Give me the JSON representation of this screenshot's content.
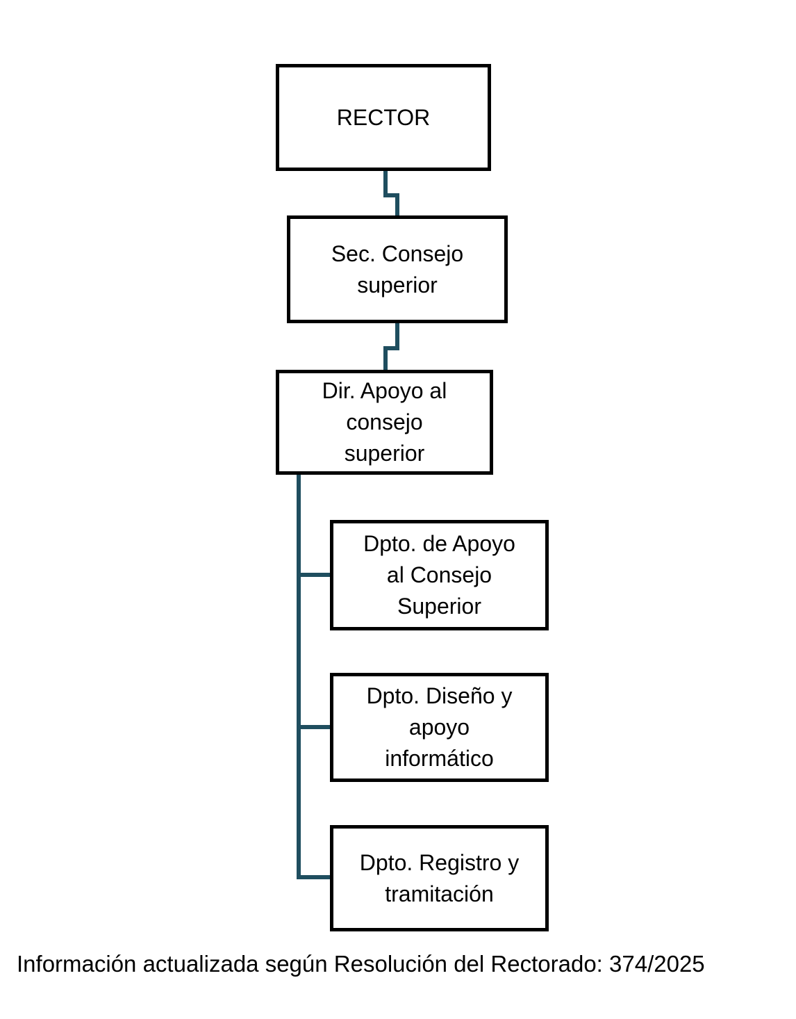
{
  "diagram": {
    "type": "org-chart",
    "nodes": [
      {
        "id": "rector",
        "level": 1,
        "label_lines": [
          "RECTOR"
        ]
      },
      {
        "id": "sec-consejo-superior",
        "level": 2,
        "label_lines": [
          "Sec. Consejo",
          "superior"
        ]
      },
      {
        "id": "dir-apoyo-consejo-superior",
        "level": 3,
        "label_lines": [
          "Dir. Apoyo al",
          "consejo",
          "superior"
        ]
      },
      {
        "id": "dpto-apoyo-consejo-superior",
        "level": 4,
        "label_lines": [
          "Dpto. de Apoyo",
          "al Consejo",
          "Superior"
        ]
      },
      {
        "id": "dpto-diseno-apoyo-informatico",
        "level": 4,
        "label_lines": [
          "Dpto. Diseño y",
          "apoyo",
          "informático"
        ]
      },
      {
        "id": "dpto-registro-tramitacion",
        "level": 4,
        "label_lines": [
          "Dpto. Registro y",
          "tramitación"
        ]
      }
    ],
    "edges": [
      {
        "from": "rector",
        "to": "sec-consejo-superior"
      },
      {
        "from": "sec-consejo-superior",
        "to": "dir-apoyo-consejo-superior"
      },
      {
        "from": "dir-apoyo-consejo-superior",
        "to": "dpto-apoyo-consejo-superior"
      },
      {
        "from": "dir-apoyo-consejo-superior",
        "to": "dpto-diseno-apoyo-informatico"
      },
      {
        "from": "dir-apoyo-consejo-superior",
        "to": "dpto-registro-tramitacion"
      }
    ],
    "colors": {
      "connector": "#1F4E5F",
      "box_border": "#000000",
      "box_fill": "#FFFFFF",
      "text": "#000000",
      "background": "#FFFFFF"
    }
  },
  "footer": {
    "text": "Información actualizada según Resolución del Rectorado: 374/2025"
  }
}
